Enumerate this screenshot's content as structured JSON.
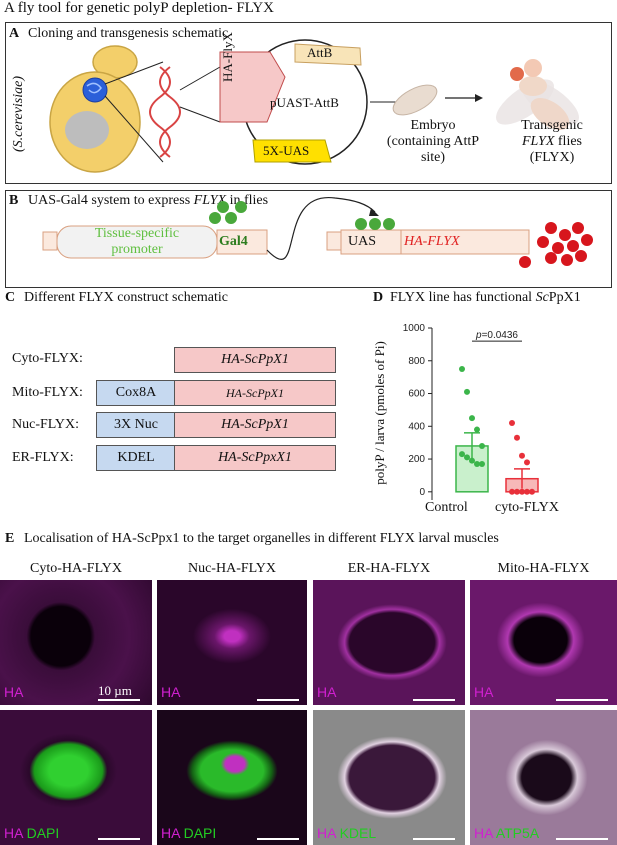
{
  "figure_title": "A fly tool for genetic polyP depletion- FLYX",
  "panelA": {
    "letter": "A",
    "title": "Cloning and transgenesis schematic",
    "yeast_label": "(S.cerevisiae)",
    "plasmid_insert": "HA-FlyX",
    "plasmid_attb": "AttB",
    "plasmid_name": "pUAST-AttB",
    "plasmid_uas": "5X-UAS",
    "embryo_label": "Embryo (containing AttP site)",
    "fly_label_1": "Transgenic",
    "fly_label_2": "FLYX",
    "fly_label_3": "flies",
    "fly_label_4": "(FLYX)"
  },
  "panelB": {
    "letter": "B",
    "title_pre": "UAS-Gal4 system to express ",
    "title_ital": "FLYX",
    "title_post": " in flies",
    "promoter_1": "Tissue-specific",
    "promoter_2": "promoter",
    "gal4": "Gal4",
    "uas": "UAS",
    "hafl": "HA-FLYX"
  },
  "panelC": {
    "letter": "C",
    "title": "Different FLYX construct schematic",
    "rows": [
      {
        "name": "Cyto-FLYX:",
        "tag": "",
        "protein": "HA-ScPpX1"
      },
      {
        "name": "Mito-FLYX:",
        "tag": "Cox8A",
        "protein": "HA-ScPpX1"
      },
      {
        "name": "Nuc-FLYX:",
        "tag": "3X Nuc",
        "protein": "HA-ScPpX1"
      },
      {
        "name": "ER-FLYX:",
        "tag": "KDEL",
        "protein": "HA-ScPpxX1"
      }
    ]
  },
  "panelD": {
    "letter": "D",
    "title_pre": "FLYX line has functional ",
    "title_ital": "Sc",
    "title_post": "PpX1",
    "pvalue": "p=0.0436"
  },
  "chart_data": {
    "type": "bar",
    "categories": [
      "Control",
      "cyto-FLYX"
    ],
    "values": [
      280,
      80
    ],
    "errors": [
      80,
      60
    ],
    "points": [
      [
        750,
        610,
        450,
        380,
        280,
        230,
        210,
        190,
        170,
        170
      ],
      [
        420,
        330,
        220,
        180,
        0,
        0,
        0,
        0,
        0
      ]
    ],
    "ylabel": "polyP / larva (pmoles of Pi)",
    "ylim": [
      -50,
      1000
    ],
    "yticks": [
      "1000",
      "800",
      "600",
      "400",
      "200",
      "0"
    ],
    "colors": [
      "#3bb54a",
      "#e8303a"
    ],
    "fills": [
      "#c9f0cc",
      "#f7b8b8"
    ]
  },
  "panelE": {
    "letter": "E",
    "title": "Localisation of HA-ScPpx1 to the target organelles in different FLYX larval muscles",
    "columns": [
      "Cyto-HA-FLYX",
      "Nuc-HA-FLYX",
      "ER-HA-FLYX",
      "Mito-HA-FLYX"
    ],
    "top_label": "HA",
    "scale_label": "10 µm",
    "bottom_labels": [
      {
        "a": "HA",
        "b": "DAPI"
      },
      {
        "a": "HA",
        "b": "DAPI"
      },
      {
        "a": "HA",
        "b": "KDEL"
      },
      {
        "a": "HA",
        "b": "ATP5A"
      }
    ]
  },
  "colors": {
    "magenta": "#d020d0",
    "green": "#22cc22",
    "gal4_green": "#2e7d1f",
    "promoter_text": "#5fbf3f",
    "red_text": "#e02020"
  }
}
